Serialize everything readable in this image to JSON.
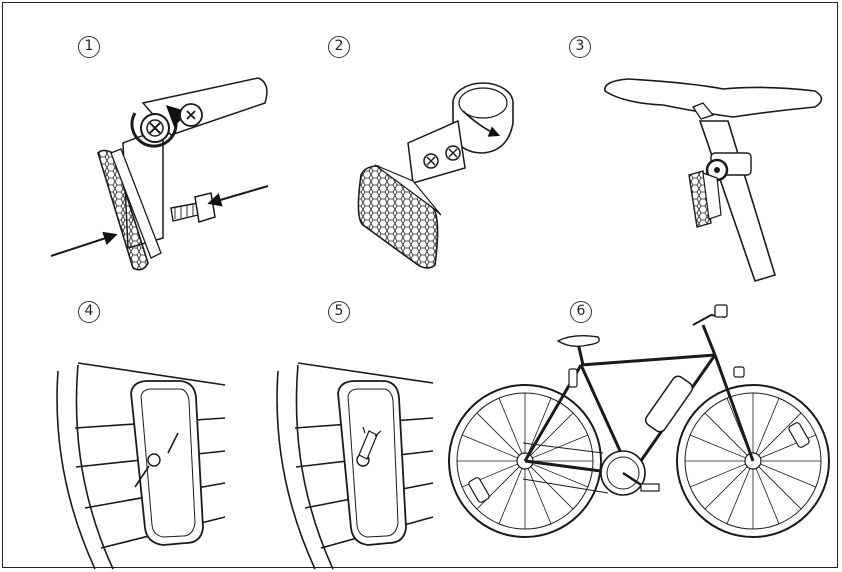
{
  "steps": [
    {
      "label": "1"
    },
    {
      "label": "2"
    },
    {
      "label": "3"
    },
    {
      "label": "4"
    },
    {
      "label": "5"
    },
    {
      "label": "6"
    }
  ],
  "colors": {
    "line": "#1a1a1a",
    "fill": "#ffffff",
    "dark": "#444444"
  }
}
